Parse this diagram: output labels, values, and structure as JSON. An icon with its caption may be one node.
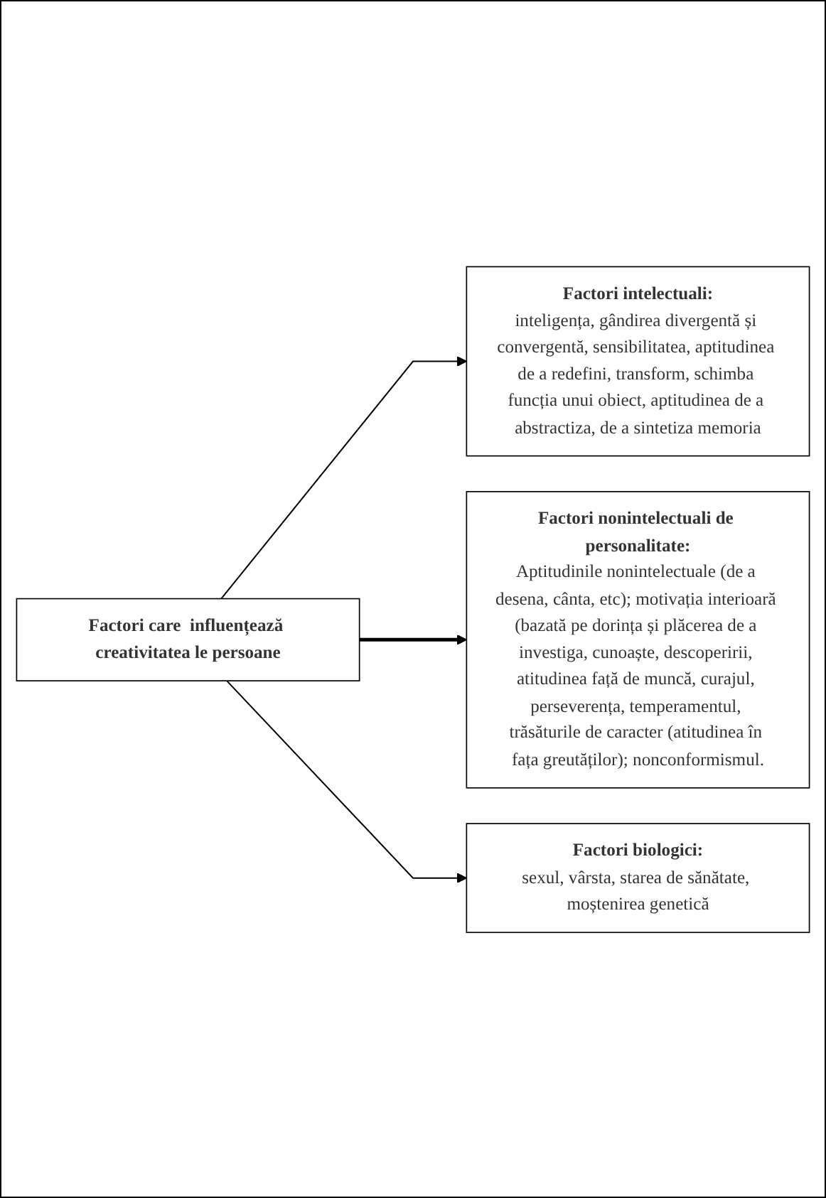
{
  "diagram": {
    "nodes": [
      {
        "text": [
          "Factori care  influențează creativitatea le persoane"
        ]
      },
      {
        "text": [
          "Factori intelectuali:",
          "inteligența, gândirea divergentă și convergentă, sensibilitatea, aptitudinea de a redefini, transform, schimba funcția unui obiect, aptitudinea de a abstractiza, de a sintetiza memoria"
        ]
      },
      {
        "text": [
          "Factori nonintelectuali de personalitate:",
          "Aptitudinile nonintelectuale (de a desena, cânta, etc); motivația interioară (bazată pe dorința și plăcerea de a investiga, cunoaște, descoperirii, atitudinea față de muncă, curajul, perseverența, temperamentul, trăsăturile de caracter (atitudinea în fața greutăților); nonconformismul."
        ]
      },
      {
        "text": [
          "Factori biologici:",
          "sexul, vârsta, starea de sănătate, moștenirea genetică"
        ]
      }
    ],
    "edges": [
      {
        "from": 0,
        "to": 1,
        "arrow": "to"
      },
      {
        "from": 0,
        "to": 2,
        "arrow": "to",
        "style": "thick"
      },
      {
        "from": 0,
        "to": 3,
        "arrow": "to"
      }
    ]
  }
}
